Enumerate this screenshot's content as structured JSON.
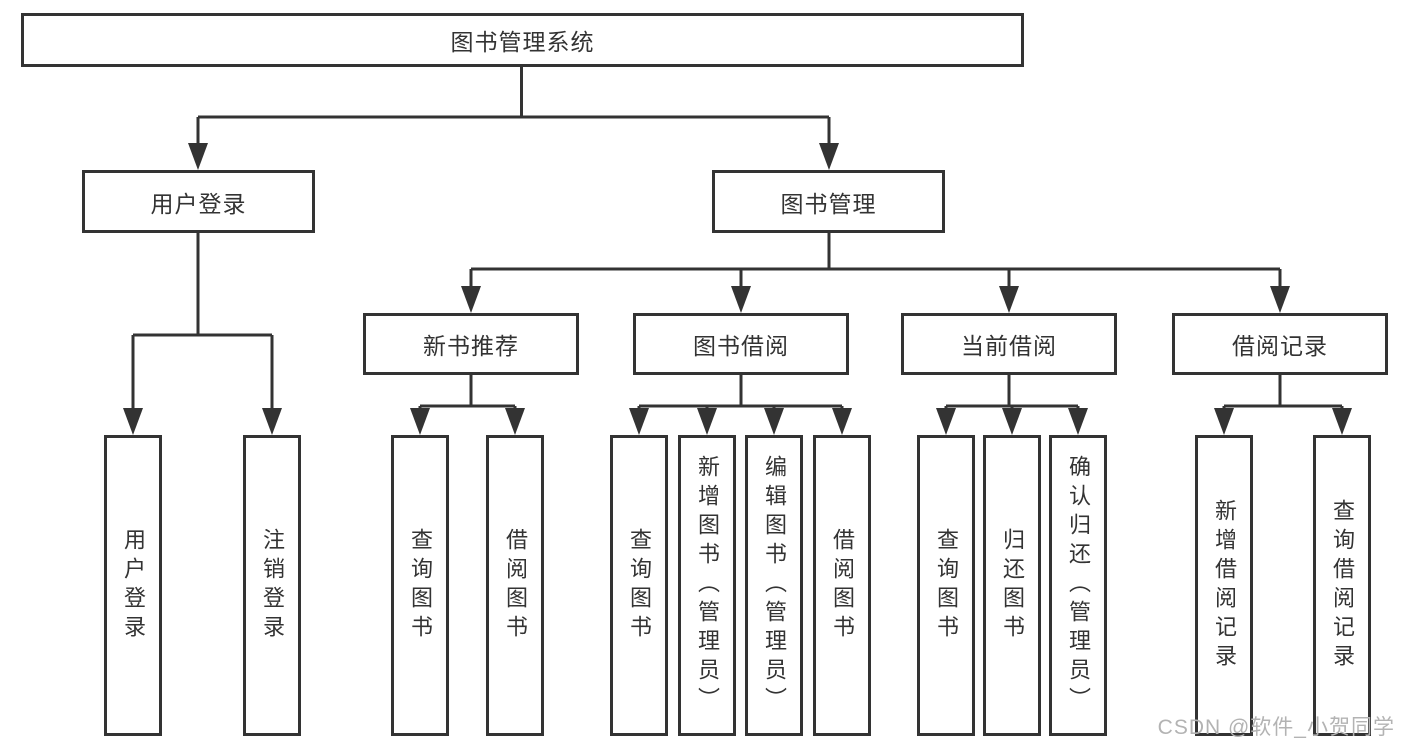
{
  "tree": {
    "root": {
      "label": "图书管理系统"
    },
    "branches": [
      {
        "label": "用户登录",
        "children": [
          {
            "label": "用户登录"
          },
          {
            "label": "注销登录"
          }
        ]
      },
      {
        "label": "图书管理",
        "sections": [
          {
            "label": "新书推荐",
            "children": [
              {
                "label": "查询图书"
              },
              {
                "label": "借阅图书"
              }
            ]
          },
          {
            "label": "图书借阅",
            "children": [
              {
                "label": "查询图书"
              },
              {
                "label": "新增图书（管理员）"
              },
              {
                "label": "编辑图书（管理员）"
              },
              {
                "label": "借阅图书"
              }
            ]
          },
          {
            "label": "当前借阅",
            "children": [
              {
                "label": "查询图书"
              },
              {
                "label": "归还图书"
              },
              {
                "label": "确认归还（管理员）"
              }
            ]
          },
          {
            "label": "借阅记录",
            "children": [
              {
                "label": "新增借阅记录"
              },
              {
                "label": "查询借阅记录"
              }
            ]
          }
        ]
      }
    ]
  },
  "watermark": {
    "text": "CSDN @软件_小贺同学"
  },
  "colors": {
    "line": "#333333",
    "text": "#333333",
    "watermark": "#b3b3b3",
    "background": "#ffffff"
  }
}
